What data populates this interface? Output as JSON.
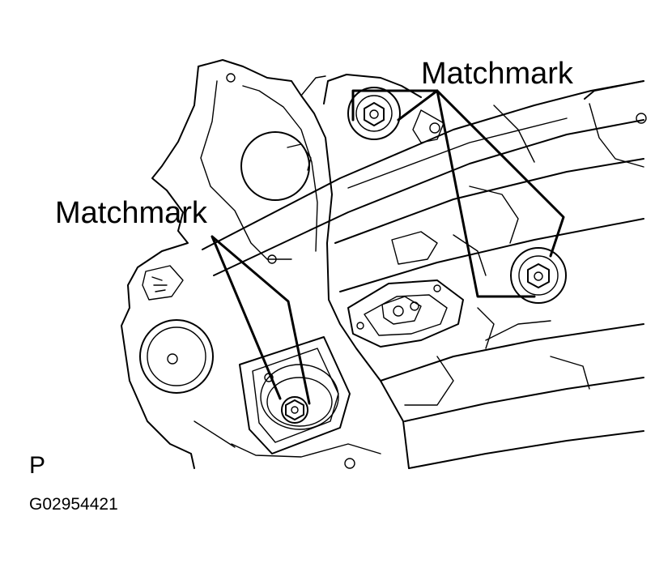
{
  "labels": {
    "matchmark_top": "Matchmark",
    "matchmark_left": "Matchmark",
    "view_letter": "P",
    "figure_code": "G02954421"
  },
  "colors": {
    "line": "#000000",
    "background": "#ffffff"
  }
}
